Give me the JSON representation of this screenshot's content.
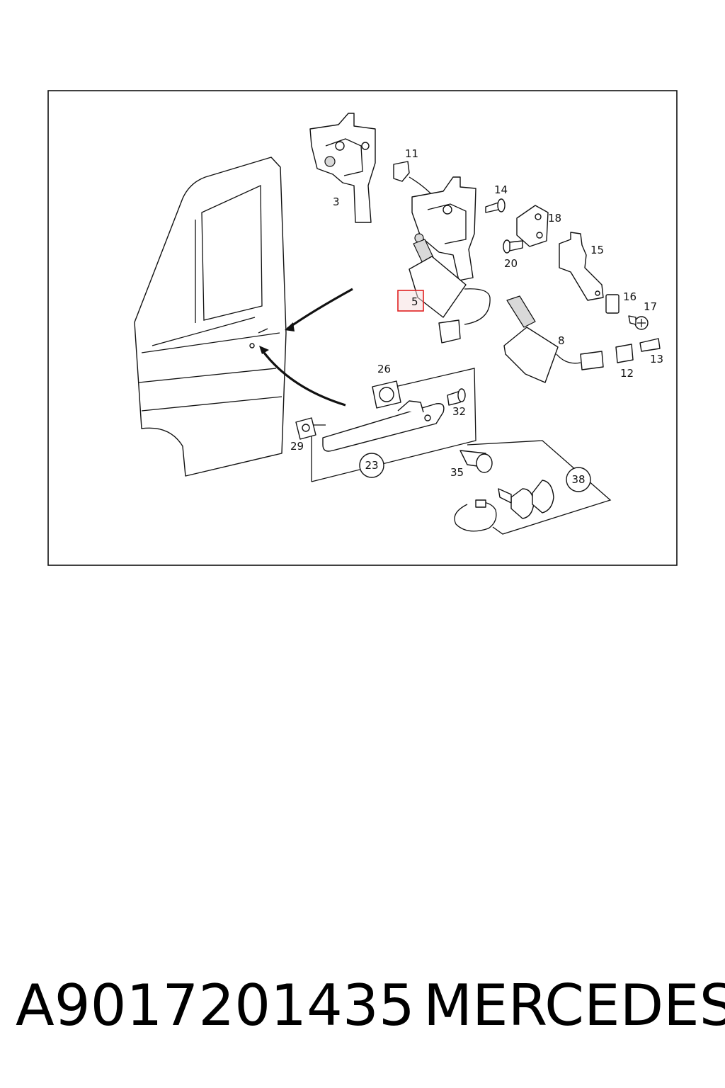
{
  "diagram": {
    "callouts": {
      "p3": "3",
      "p5": "5",
      "p8": "8",
      "p11": "11",
      "p12": "12",
      "p13": "13",
      "p14": "14",
      "p15": "15",
      "p16": "16",
      "p17": "17",
      "p18": "18",
      "p20": "20",
      "p23": "23",
      "p26": "26",
      "p29": "29",
      "p32": "32",
      "p35": "35",
      "p38": "38"
    },
    "highlighted_callout": "5",
    "highlight_color": "#e02020"
  },
  "footer": {
    "part_number": "A9017201435",
    "brand": "MERCEDES"
  }
}
